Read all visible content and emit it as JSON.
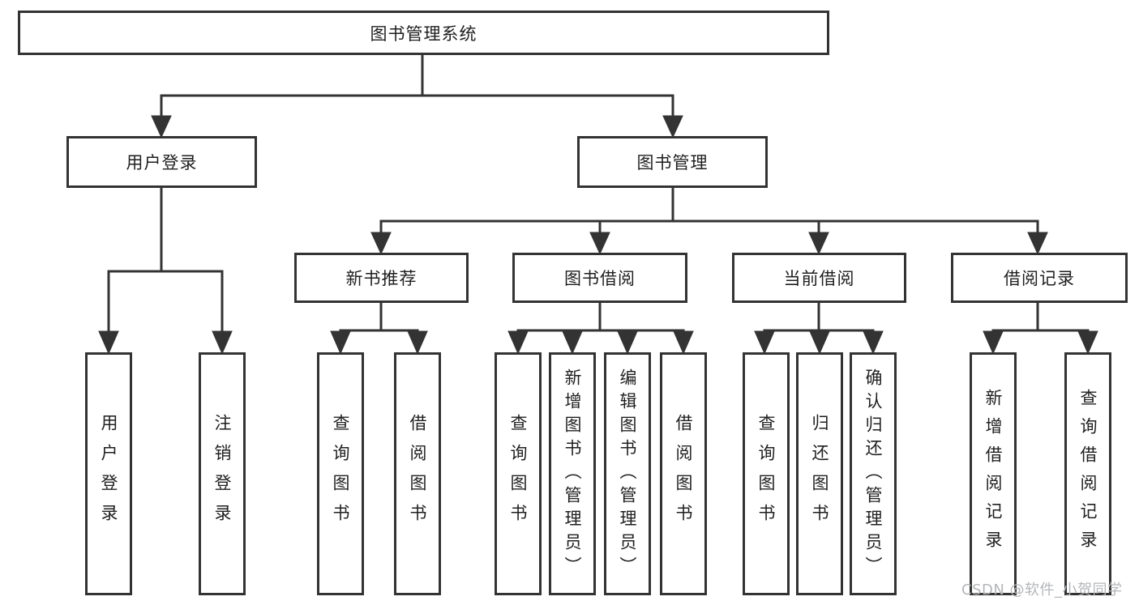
{
  "colors": {
    "line": "#333333",
    "box_border": "#333333",
    "text": "#1f1f1f",
    "watermark": "#b4b6b9",
    "background": "#ffffff"
  },
  "watermark": "CSDN @软件_小贺同学",
  "tree": {
    "label": "图书管理系统",
    "children": [
      {
        "label": "用户登录",
        "children": [
          {
            "label": "用户登录"
          },
          {
            "label": "注销登录"
          }
        ]
      },
      {
        "label": "图书管理",
        "children": [
          {
            "label": "新书推荐",
            "children": [
              {
                "label": "查询图书"
              },
              {
                "label": "借阅图书"
              }
            ]
          },
          {
            "label": "图书借阅",
            "children": [
              {
                "label": "查询图书"
              },
              {
                "label": "新增图书（管理员）"
              },
              {
                "label": "编辑图书（管理员）"
              },
              {
                "label": "借阅图书"
              }
            ]
          },
          {
            "label": "当前借阅",
            "children": [
              {
                "label": "查询图书"
              },
              {
                "label": "归还图书"
              },
              {
                "label": "确认归还（管理员）"
              }
            ]
          },
          {
            "label": "借阅记录",
            "children": [
              {
                "label": "新增借阅记录"
              },
              {
                "label": "查询借阅记录"
              }
            ]
          }
        ]
      }
    ]
  }
}
